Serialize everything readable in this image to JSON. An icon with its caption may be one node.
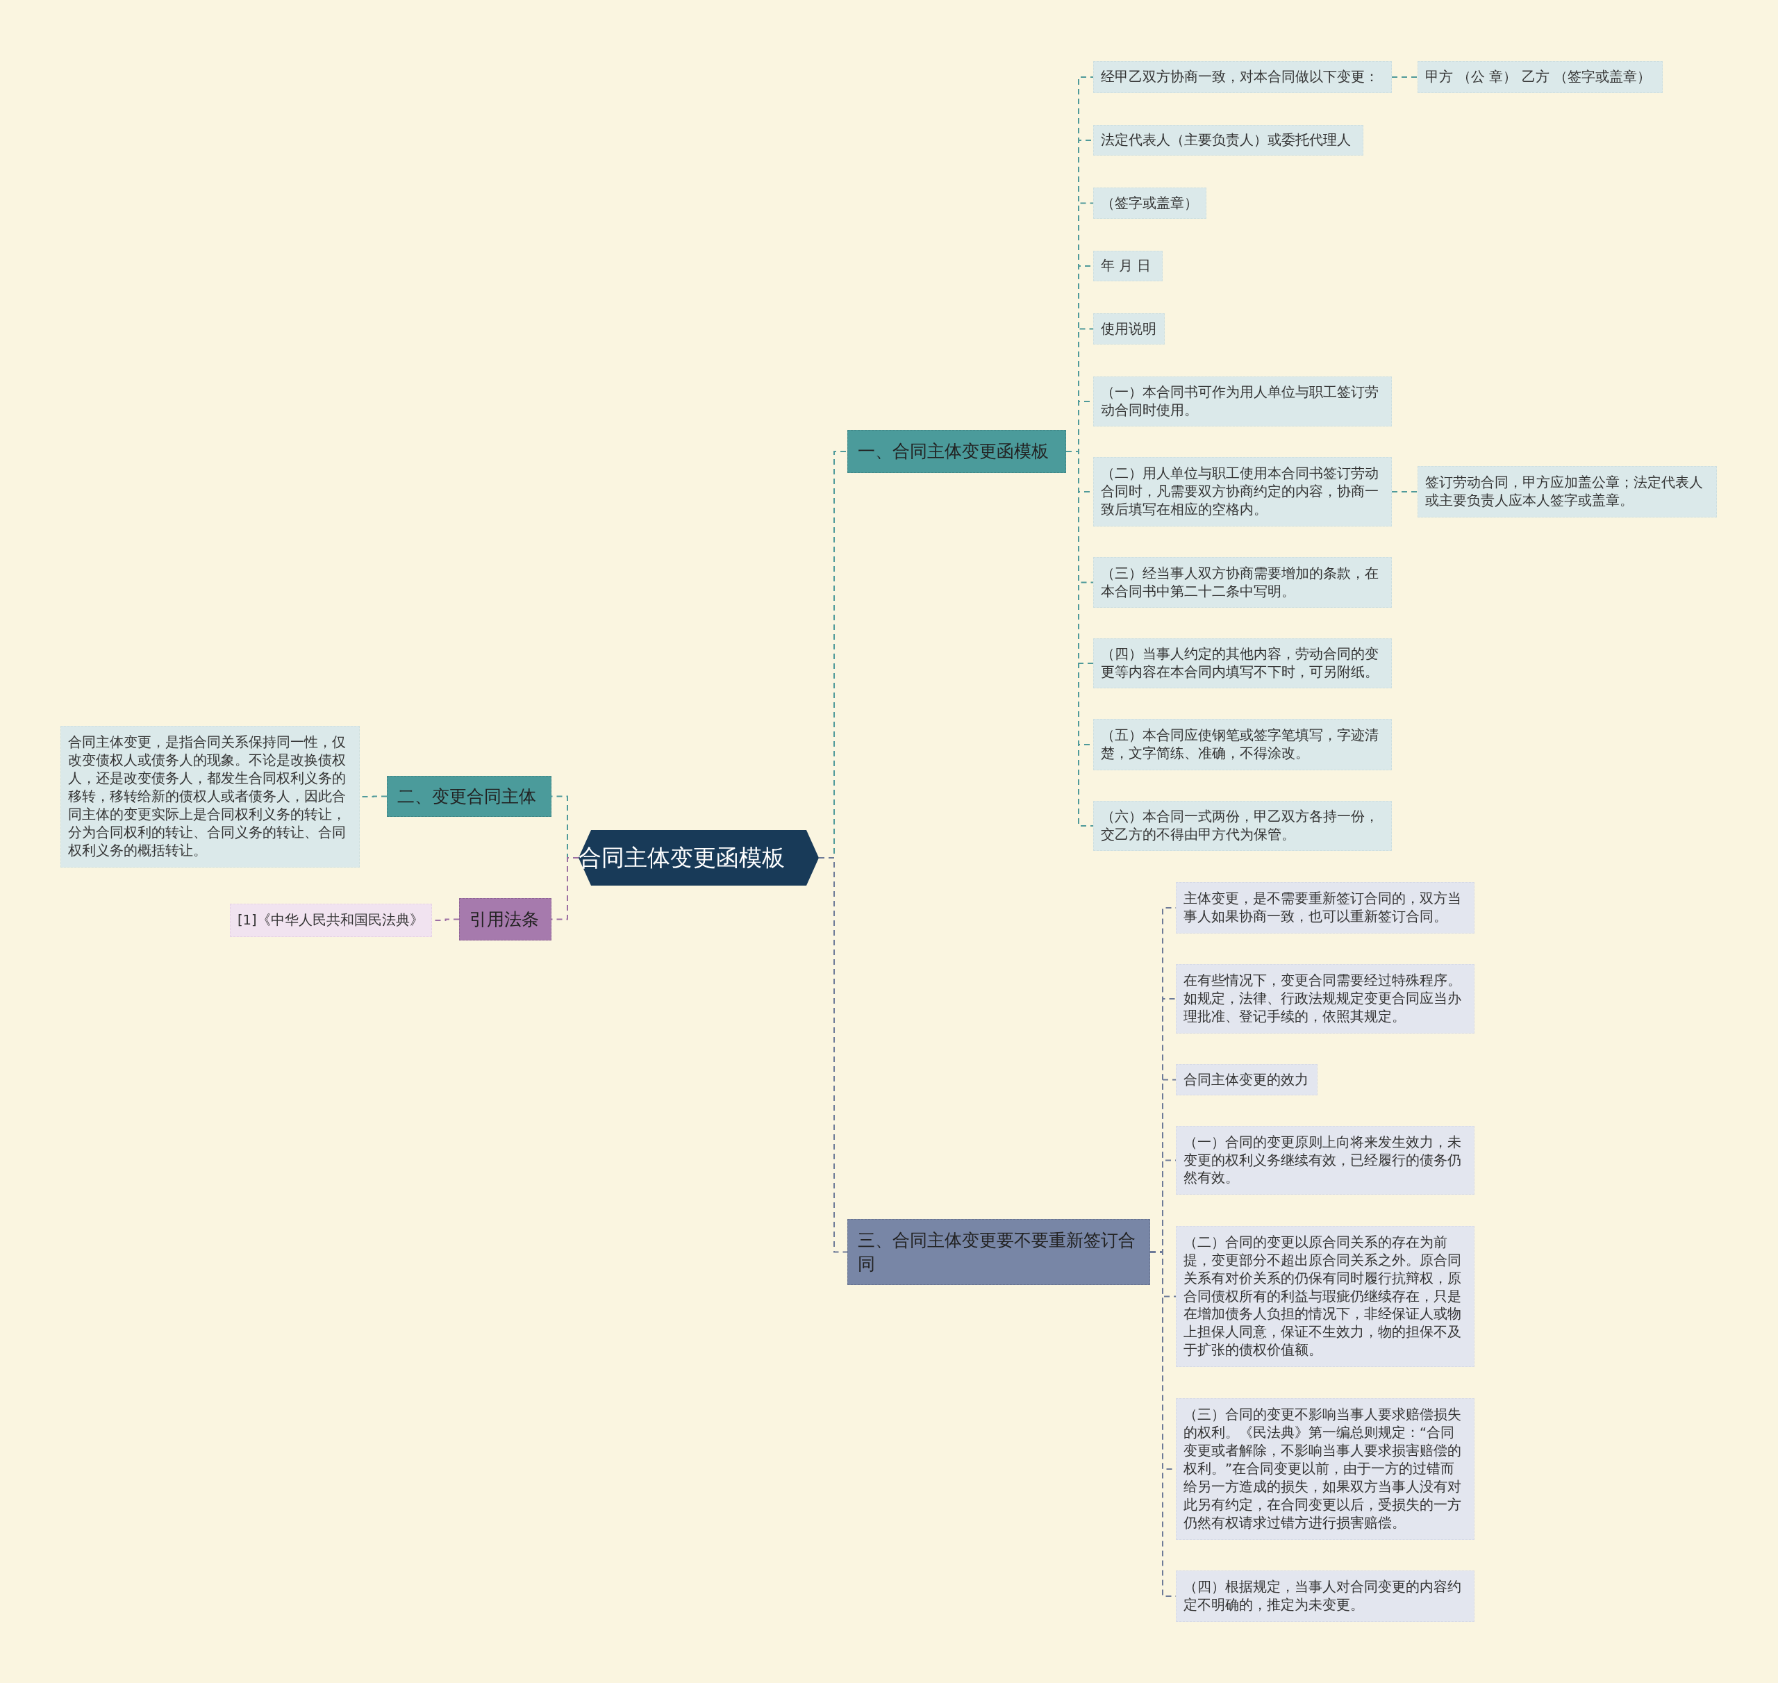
{
  "diagram": {
    "nodes": [
      {
        "text": [
          "合同主体变更函模板"
        ]
      },
      {
        "text": [
          "一、合同主体变更函模板"
        ]
      },
      {
        "text": [
          "经甲乙双方协商一致，对本合同做以下变更："
        ]
      },
      {
        "text": [
          "甲方 （公 章） 乙方 （签字或盖章）"
        ]
      },
      {
        "text": [
          "法定代表人（主要负责人）或委托代理人"
        ]
      },
      {
        "text": [
          "（签字或盖章）"
        ]
      },
      {
        "text": [
          "年 月 日"
        ]
      },
      {
        "text": [
          "使用说明"
        ]
      },
      {
        "text": [
          "（一）本合同书可作为用人单位与职工签订劳动合同时使用。"
        ]
      },
      {
        "text": [
          "（二）用人单位与职工使用本合同书签订劳动合同时，凡需要双方协商约定的内容，协商一致后填写在相应的空格内。"
        ]
      },
      {
        "text": [
          "签订劳动合同，甲方应加盖公章；法定代表人或主要负责人应本人签字或盖章。"
        ]
      },
      {
        "text": [
          "（三）经当事人双方协商需要增加的条款，在本合同书中第二十二条中写明。"
        ]
      },
      {
        "text": [
          "（四）当事人约定的其他内容，劳动合同的变更等内容在本合同内填写不下时，可另附纸。"
        ]
      },
      {
        "text": [
          "（五）本合同应使钢笔或签字笔填写，字迹清楚，文字简练、准确，不得涂改。"
        ]
      },
      {
        "text": [
          "（六）本合同一式两份，甲乙双方各持一份，交乙方的不得由甲方代为保管。"
        ]
      },
      {
        "text": [
          "二、变更合同主体"
        ]
      },
      {
        "text": [
          "合同主体变更，是指合同关系保持同一性，仅改变债权人或债务人的现象。不论是改换债权人，还是改变债务人，都发生合同权利义务的移转，移转给新的债权人或者债务人，因此合同主体的变更实际上是合同权利义务的转让，分为合同权利的转让、合同义务的转让、合同权利义务的概括转让。"
        ]
      },
      {
        "text": [
          "引用法条"
        ]
      },
      {
        "text": [
          "[1]《中华人民共和国民法典》"
        ]
      },
      {
        "text": [
          "三、合同主体变更要不要重新签订合同"
        ]
      },
      {
        "text": [
          "主体变更，是不需要重新签订合同的，双方当事人如果协商一致，也可以重新签订合同。"
        ]
      },
      {
        "text": [
          "在有些情况下，变更合同需要经过特殊程序。如规定，法律、行政法规规定变更合同应当办理批准、登记手续的，依照其规定。"
        ]
      },
      {
        "text": [
          "合同主体变更的效力"
        ]
      },
      {
        "text": [
          "（一）合同的变更原则上向将来发生效力，未变更的权利义务继续有效，已经履行的债务仍然有效。"
        ]
      },
      {
        "text": [
          "（二）合同的变更以原合同关系的存在为前提，变更部分不超出原合同关系之外。原合同关系有对价关系的仍保有同时履行抗辩权，原合同债权所有的利益与瑕疵仍继续存在，只是在增加债务人负担的情况下，非经保证人或物上担保人同意，保证不生效力，物的担保不及于扩张的债权价值额。"
        ]
      },
      {
        "text": [
          "（三）合同的变更不影响当事人要求赔偿损失的权利。《民法典》第一编总则规定：“合同变更或者解除，不影响当事人要求损害赔偿的权利。”在合同变更以前，由于一方的过错而给另一方造成的损失，如果双方当事人没有对此另有约定，在合同变更以后，受损失的一方仍然有权请求过错方进行损害赔偿。"
        ]
      },
      {
        "text": [
          "（四）根据规定，当事人对合同变更的内容约定不明确的，推定为未变更。"
        ]
      }
    ],
    "edges": [
      {
        "from": 0,
        "to": 1,
        "arrow": "none",
        "style": "dashed"
      },
      {
        "from": 1,
        "to": 2,
        "arrow": "none",
        "style": "dashed"
      },
      {
        "from": 2,
        "to": 3,
        "arrow": "none",
        "style": "dashed"
      },
      {
        "from": 1,
        "to": 4,
        "arrow": "none",
        "style": "dashed"
      },
      {
        "from": 1,
        "to": 5,
        "arrow": "none",
        "style": "dashed"
      },
      {
        "from": 1,
        "to": 6,
        "arrow": "none",
        "style": "dashed"
      },
      {
        "from": 1,
        "to": 7,
        "arrow": "none",
        "style": "dashed"
      },
      {
        "from": 1,
        "to": 8,
        "arrow": "none",
        "style": "dashed"
      },
      {
        "from": 1,
        "to": 9,
        "arrow": "none",
        "style": "dashed"
      },
      {
        "from": 9,
        "to": 10,
        "arrow": "none",
        "style": "dashed"
      },
      {
        "from": 1,
        "to": 11,
        "arrow": "none",
        "style": "dashed"
      },
      {
        "from": 1,
        "to": 12,
        "arrow": "none",
        "style": "dashed"
      },
      {
        "from": 1,
        "to": 13,
        "arrow": "none",
        "style": "dashed"
      },
      {
        "from": 1,
        "to": 14,
        "arrow": "none",
        "style": "dashed"
      },
      {
        "from": 0,
        "to": 15,
        "arrow": "none",
        "style": "dashed"
      },
      {
        "from": 15,
        "to": 16,
        "arrow": "none",
        "style": "dashed"
      },
      {
        "from": 0,
        "to": 17,
        "arrow": "none",
        "style": "dashed",
        "color": "#9c6fa3"
      },
      {
        "from": 17,
        "to": 18,
        "arrow": "none",
        "style": "dashed",
        "color": "#9c6fa3"
      },
      {
        "from": 0,
        "to": 19,
        "arrow": "none",
        "style": "dashed",
        "color": "#6d7a97"
      },
      {
        "from": 19,
        "to": 20,
        "arrow": "none",
        "style": "dashed",
        "color": "#6d7a97"
      },
      {
        "from": 19,
        "to": 21,
        "arrow": "none",
        "style": "dashed",
        "color": "#6d7a97"
      },
      {
        "from": 19,
        "to": 22,
        "arrow": "none",
        "style": "dashed",
        "color": "#6d7a97"
      },
      {
        "from": 19,
        "to": 23,
        "arrow": "none",
        "style": "dashed",
        "color": "#6d7a97"
      },
      {
        "from": 19,
        "to": 24,
        "arrow": "none",
        "style": "dashed",
        "color": "#6d7a97"
      },
      {
        "from": 19,
        "to": 25,
        "arrow": "none",
        "style": "dashed",
        "color": "#6d7a97"
      },
      {
        "from": 19,
        "to": 26,
        "arrow": "none",
        "style": "dashed",
        "color": "#6d7a97"
      }
    ]
  }
}
